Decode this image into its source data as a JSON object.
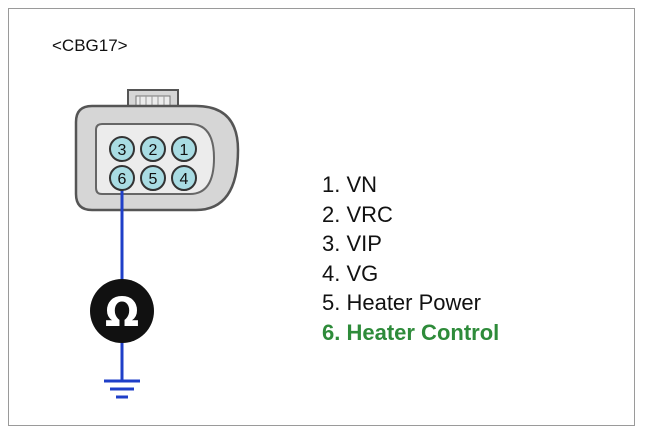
{
  "connector": {
    "id_label": "<CBG17>",
    "pin_numbers_top": [
      "3",
      "2",
      "1"
    ],
    "pin_numbers_bottom": [
      "6",
      "5",
      "4"
    ],
    "connected_pin": "6"
  },
  "meter": {
    "symbol": "Ω",
    "icon": "ohmmeter-icon"
  },
  "pins": [
    {
      "label": "1. VN"
    },
    {
      "label": "2. VRC"
    },
    {
      "label": "3. VIP"
    },
    {
      "label": "4. VG"
    },
    {
      "label": "5. Heater Power"
    },
    {
      "label": "6. Heater Control"
    }
  ],
  "colors": {
    "highlight": "#2e8b3a",
    "wire": "#1f3fc8",
    "pin_fill": "#a9dce3",
    "connector_fill": "#d6d6d6"
  }
}
